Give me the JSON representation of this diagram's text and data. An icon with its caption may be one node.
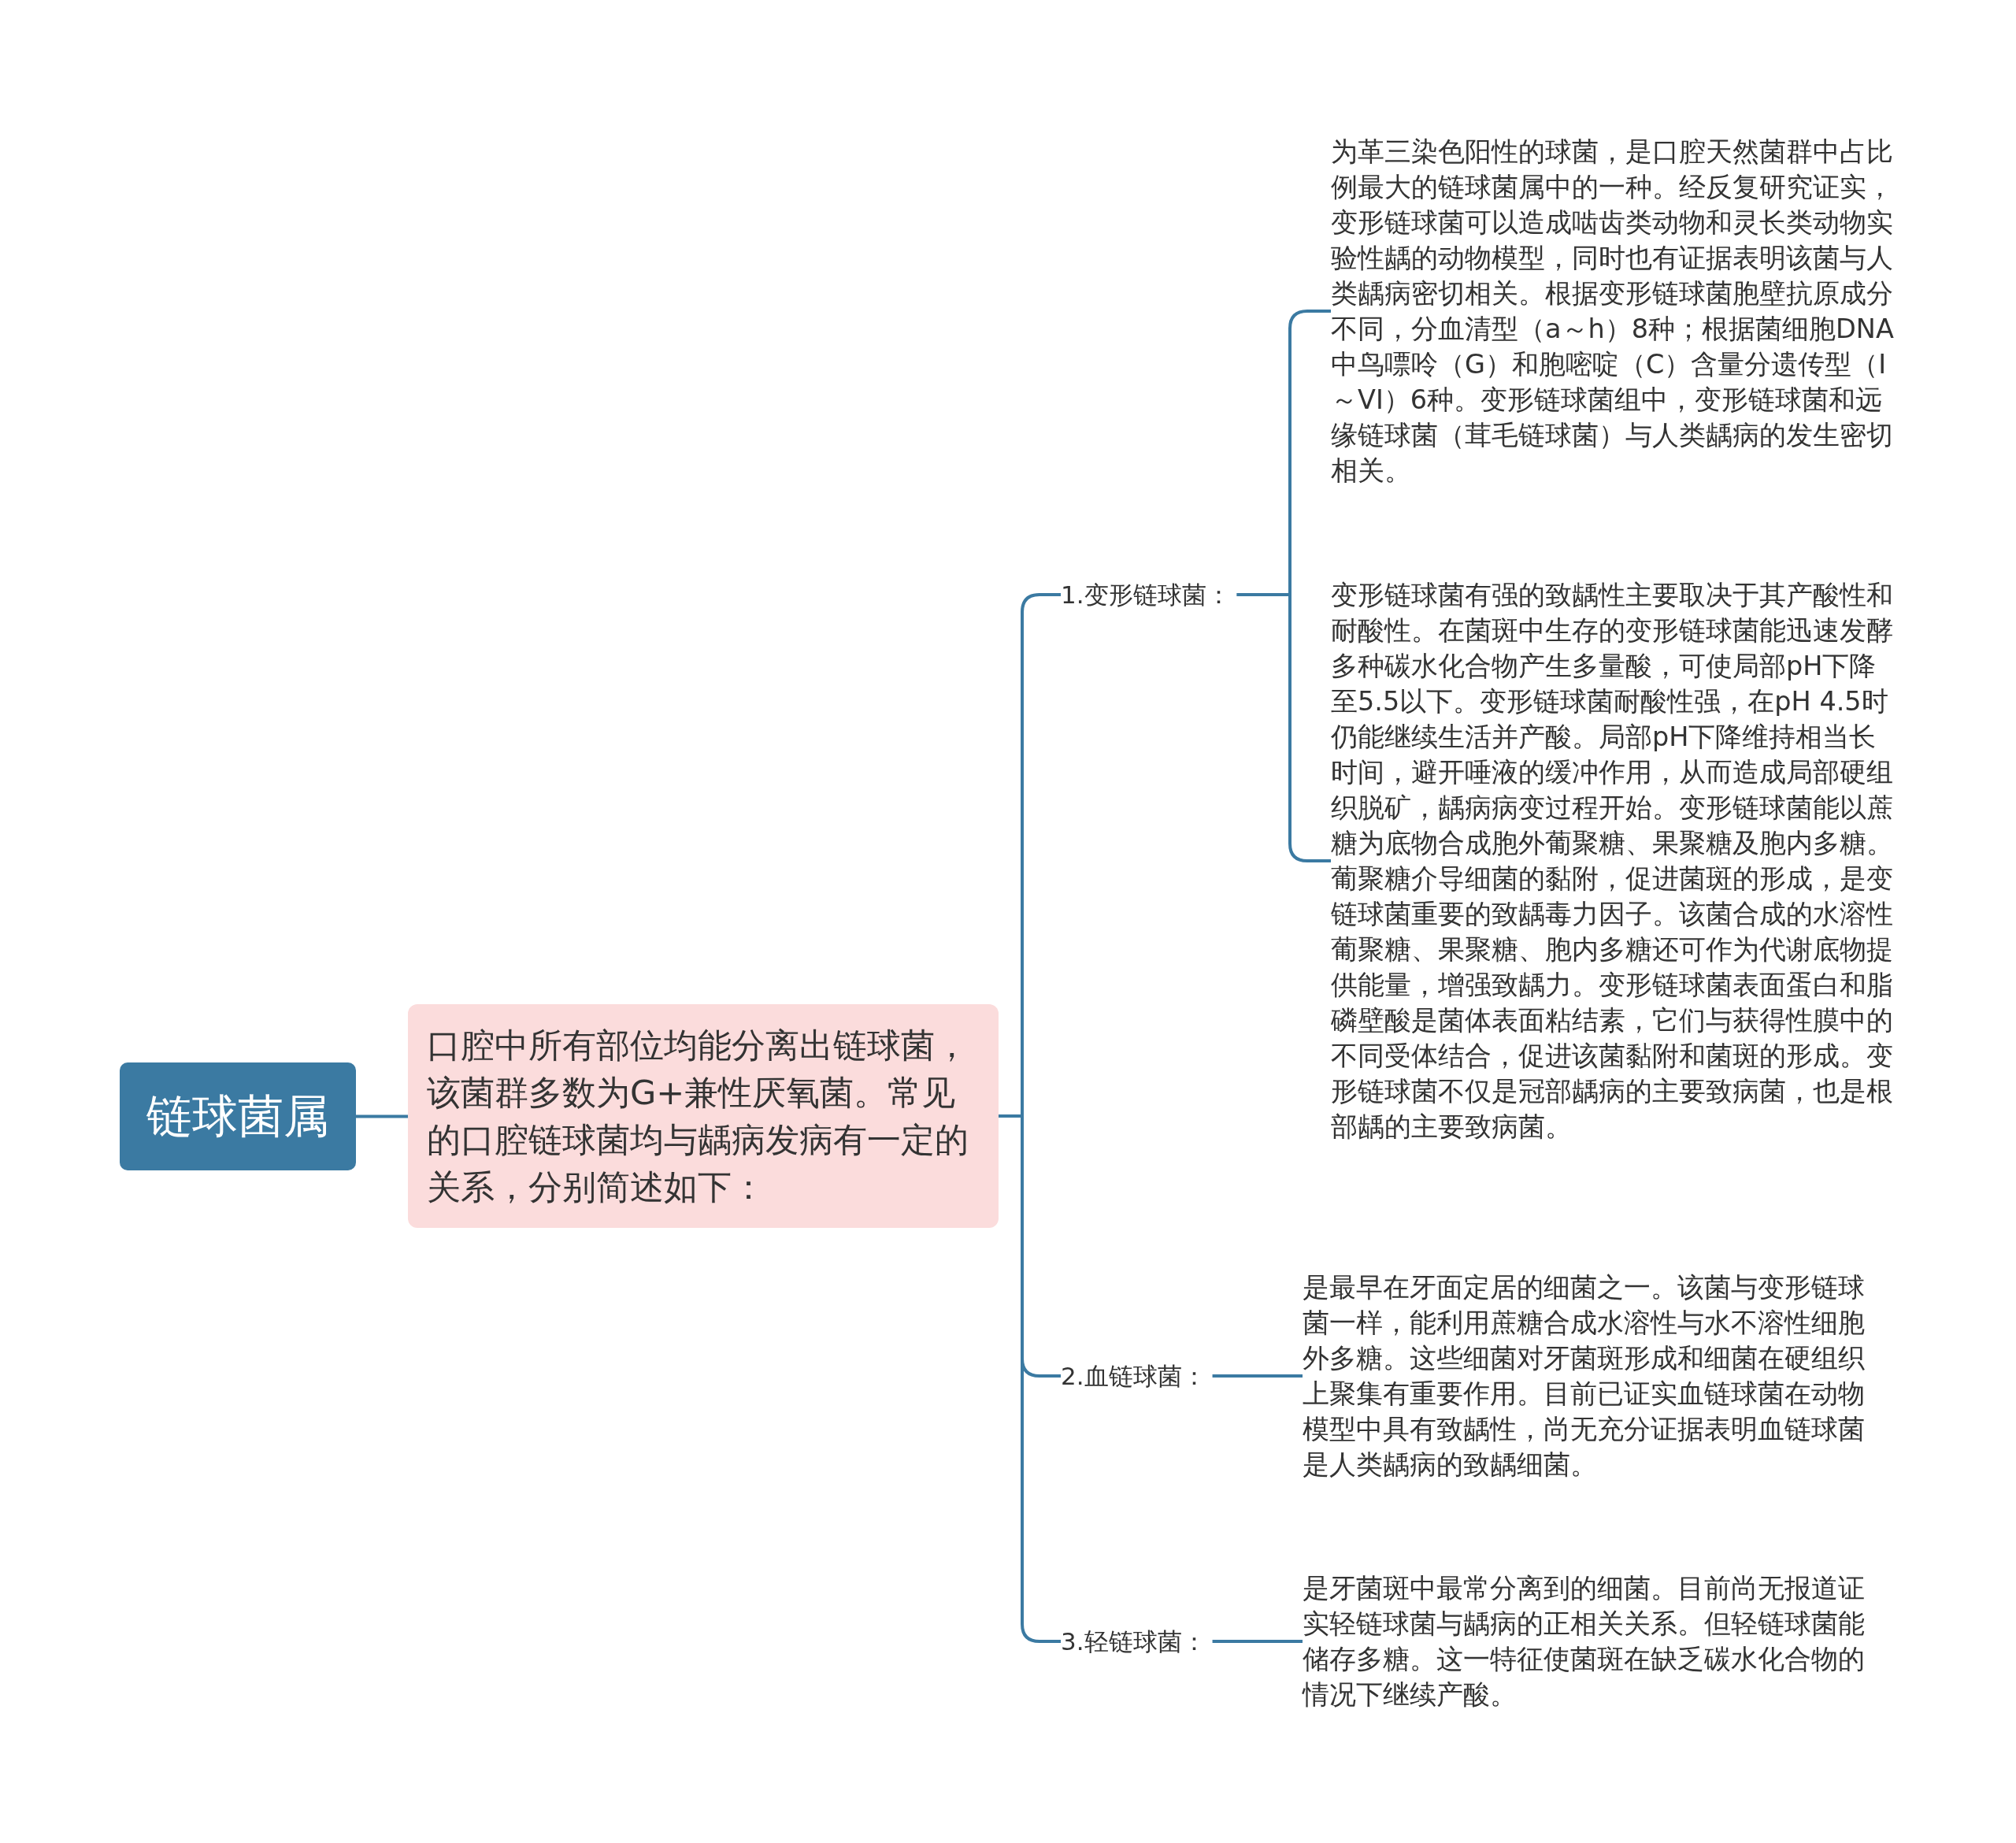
{
  "diagram": {
    "nodes": [
      {
        "text": [
          "链球菌属"
        ]
      },
      {
        "text": [
          "口腔中所有部位均能分离出链球菌，该菌群多数为G+兼性厌氧菌。常见的口腔链球菌均与龋病发病有一定的关系，分别简述如下："
        ]
      },
      {
        "text": [
          "1.变形链球菌："
        ]
      },
      {
        "text": [
          "2.血链球菌："
        ]
      },
      {
        "text": [
          "3.轻链球菌："
        ]
      },
      {
        "text": [
          "为革三染色阳性的球菌，是口腔天然菌群中占比例最大的链球菌属中的一种。经反复研究证实，变形链球菌可以造成啮齿类动物和灵长类动物实验性龋的动物模型，同时也有证据表明该菌与人类龋病密切相关。根据变形链球菌胞壁抗原成分不同，分血清型（a～h）8种；根据菌细胞DNA中鸟嘌呤（G）和胞嘧啶（C）含量分遗传型（Ⅰ～VI）6种。变形链球菌组中，变形链球菌和远缘链球菌（茸毛链球菌）与人类龋病的发生密切相关。"
        ]
      },
      {
        "text": [
          "变形链球菌有强的致龋性主要取决于其产酸性和耐酸性。在菌斑中生存的变形链球菌能迅速发酵多种碳水化合物产生多量酸，可使局部pH下降至5.5以下。变形链球菌耐酸性强，在pH 4.5时仍能继续生活并产酸。局部pH下降维持相当长时间，避开唾液的缓冲作用，从而造成局部硬组织脱矿，龋病病变过程开始。变形链球菌能以蔗糖为底物合成胞外葡聚糖、果聚糖及胞内多糖。葡聚糖介导细菌的黏附，促进菌斑的形成，是变链球菌重要的致龋毒力因子。该菌合成的水溶性葡聚糖、果聚糖、胞内多糖还可作为代谢底物提供能量，增强致龋力。变形链球菌表面蛋白和脂磷壁酸是菌体表面粘结素，它们与获得性膜中的不同受体结合，促进该菌黏附和菌斑的形成。变形链球菌不仅是冠部龋病的主要致病菌，也是根部龋的主要致病菌。"
        ]
      },
      {
        "text": [
          "是最早在牙面定居的细菌之一。该菌与变形链球菌一样，能利用蔗糖合成水溶性与水不溶性细胞外多糖。这些细菌对牙菌斑形成和细菌在硬组织上聚集有重要作用。目前已证实血链球菌在动物模型中具有致龋性，尚无充分证据表明血链球菌是人类龋病的致龋细菌。"
        ]
      },
      {
        "text": [
          "是牙菌斑中最常分离到的细菌。目前尚无报道证实轻链球菌与龋病的正相关关系。但轻链球菌能储存多糖。这一特征使菌斑在缺乏碳水化合物的情况下继续产酸。"
        ]
      }
    ],
    "edges": [
      {
        "from": 0,
        "to": 1,
        "arrow": "none"
      },
      {
        "from": 1,
        "to": 2,
        "arrow": "none"
      },
      {
        "from": 1,
        "to": 3,
        "arrow": "none"
      },
      {
        "from": 1,
        "to": 4,
        "arrow": "none"
      },
      {
        "from": 2,
        "to": 5,
        "arrow": "none"
      },
      {
        "from": 2,
        "to": 6,
        "arrow": "none"
      },
      {
        "from": 3,
        "to": 7,
        "arrow": "none"
      },
      {
        "from": 4,
        "to": 8,
        "arrow": "none"
      }
    ]
  }
}
